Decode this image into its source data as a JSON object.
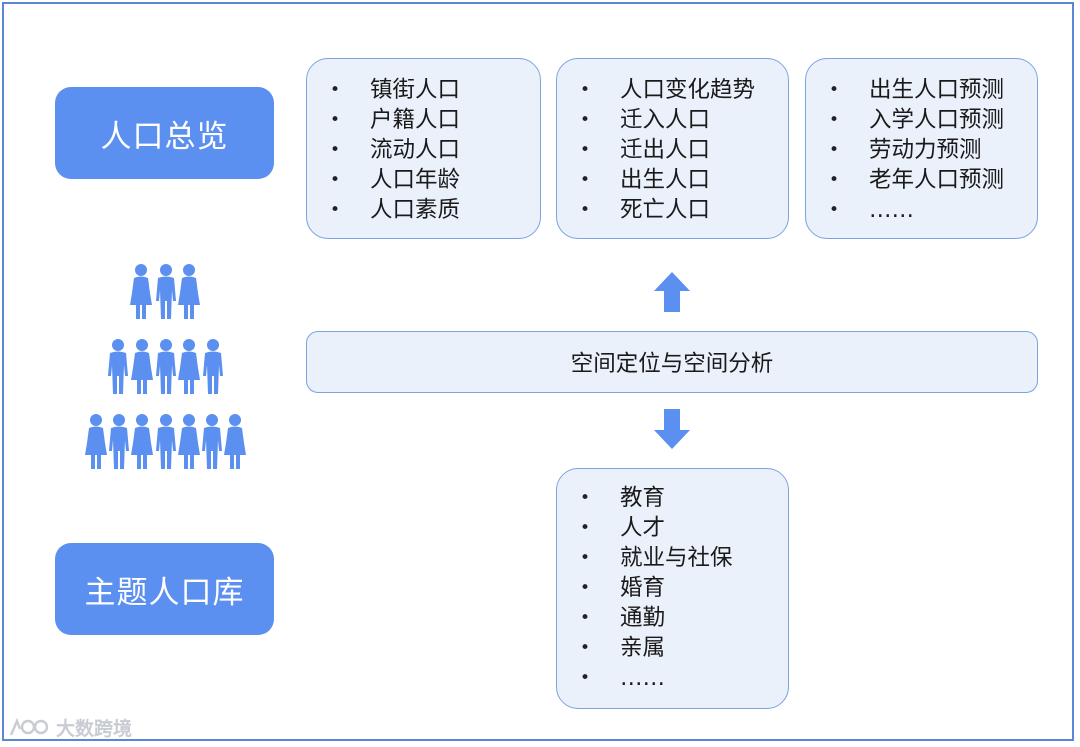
{
  "left_labels": {
    "top": "人口总览",
    "bottom": "主题人口库"
  },
  "cards": {
    "overview": [
      "镇街人口",
      "户籍人口",
      "流动人口",
      "人口年龄",
      "人口素质"
    ],
    "trends": [
      "人口变化趋势",
      "迁入人口",
      "迁出人口",
      "出生人口",
      "死亡人口"
    ],
    "forecasts": [
      "出生人口预测",
      "入学人口预测",
      "劳动力预测",
      "老年人口预测",
      "……"
    ],
    "themes": [
      "教育",
      "人才",
      "就业与社保",
      "婚育",
      "通勤",
      "亲属",
      "……"
    ]
  },
  "center": {
    "label": "空间定位与空间分析"
  },
  "watermark": {
    "text": "大数跨境"
  },
  "colors": {
    "accent": "#5b8ff0",
    "card_fill": "#eaf1fb",
    "card_border": "#7ba3df",
    "frame": "#5b86d6"
  },
  "icons": {
    "people": "people-pyramid-icon",
    "up": "arrow-up-icon",
    "down": "arrow-down-icon"
  }
}
